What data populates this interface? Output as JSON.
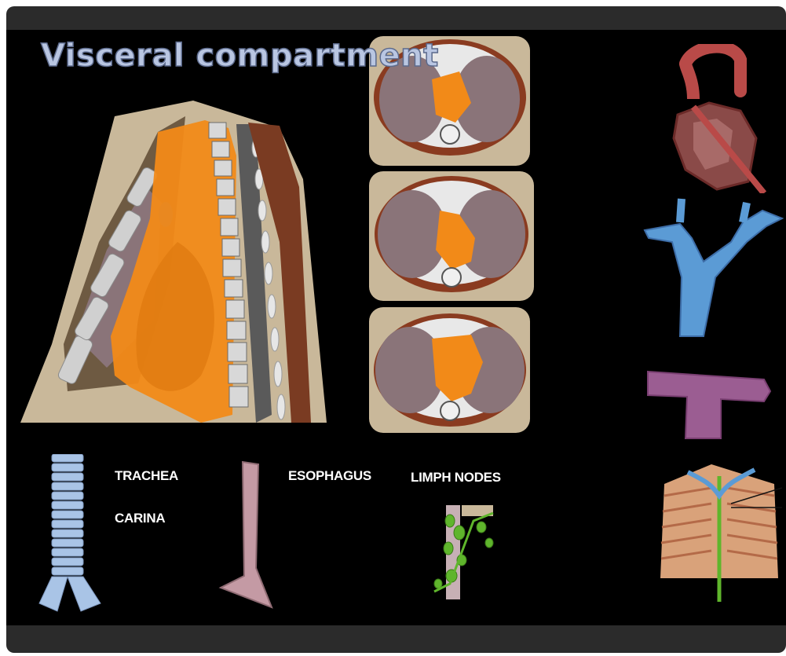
{
  "slide": {
    "title": "Visceral compartment",
    "labels": {
      "trachea": "TRACHEA",
      "carina": "CARINA",
      "esophagus": "ESOPHAGUS",
      "lymph_nodes": "LIMPH NODES"
    }
  },
  "colors": {
    "frame": "#2b2b2b",
    "background": "#000000",
    "title": "#b9c6e2",
    "compartment": "#f28a18",
    "lung": "#8a7479",
    "bone": "#d8d8d8",
    "vein": "#5b9bd5",
    "artery": "#b94a48",
    "airway": "#a9c4e6",
    "esophagus_tube": "#c49aa4",
    "lymph": "#5fb52c"
  },
  "icons": [
    "sagittal-chest-illustration",
    "axial-section-illustration",
    "heart-aorta-illustration",
    "venous-confluence-illustration",
    "pulmonary-artery-illustration",
    "thoracic-duct-illustration",
    "trachea-illustration",
    "esophagus-illustration",
    "lymph-node-chain-illustration"
  ]
}
